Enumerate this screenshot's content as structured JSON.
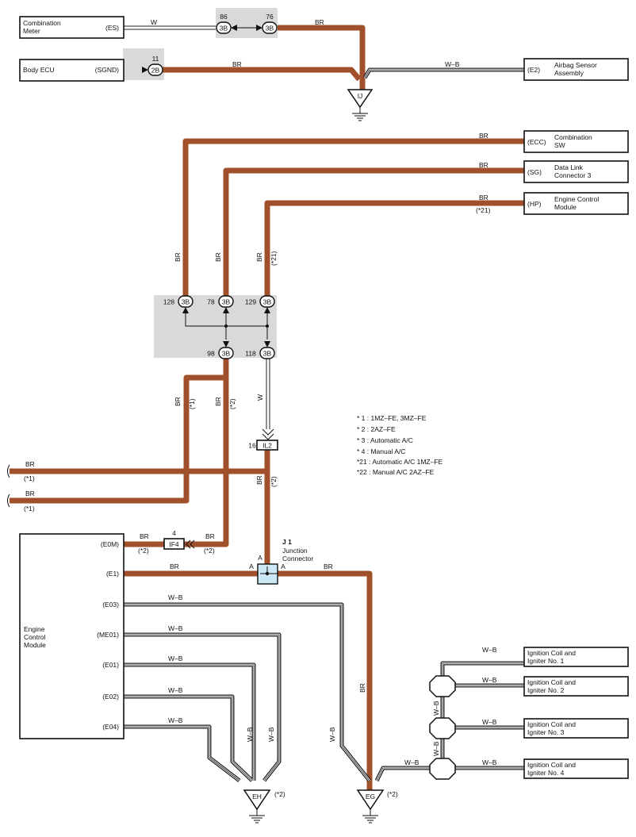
{
  "components": {
    "combination_meter": {
      "name": "Combination\nMeter",
      "terminal": "(ES)"
    },
    "body_ecu": {
      "name": "Body ECU",
      "terminal": "(SGND)"
    },
    "airbag_sensor": {
      "name": "Airbag Sensor\nAssembly",
      "terminal": "(E2)"
    },
    "combination_sw": {
      "name": "Combination\nSW",
      "terminal": "(ECC)"
    },
    "dlc3": {
      "name": "Data Link\nConnector 3",
      "terminal": "(SG)"
    },
    "ecm_top": {
      "name": "Engine Control\nModule",
      "terminal": "(HP)",
      "note": "(*21)"
    },
    "ecm_main": {
      "name": "Engine\nControl\nModule",
      "terminals": [
        "(E0M)",
        "(E1)",
        "(E03)",
        "(ME01)",
        "(E01)",
        "(E02)",
        "(E04)"
      ]
    },
    "ignition_coils": [
      "Ignition Coil and\nIgniter No. 1",
      "Ignition Coil and\nIgniter No. 2",
      "Ignition Coil and\nIgniter No. 3",
      "Ignition Coil and\nIgniter No. 4"
    ],
    "junction": {
      "id": "J 1",
      "name": "Junction\nConnector",
      "pin": "A"
    }
  },
  "connectors": {
    "c86": {
      "pin": "86",
      "code": "3B"
    },
    "c76": {
      "pin": "76",
      "code": "3B"
    },
    "c11": {
      "pin": "11",
      "code": "2B"
    },
    "c128": {
      "pin": "128",
      "code": "3B"
    },
    "c78": {
      "pin": "78",
      "code": "3B"
    },
    "c129": {
      "pin": "129",
      "code": "3B"
    },
    "c98": {
      "pin": "98",
      "code": "3B"
    },
    "c118": {
      "pin": "118",
      "code": "3B"
    },
    "il2": {
      "pin": "16",
      "code": "IL2"
    },
    "if4": {
      "pin": "4",
      "code": "IF4"
    }
  },
  "grounds": {
    "ij": "IJ",
    "eh": "EH",
    "eg": "EG",
    "note": "(*2)"
  },
  "wire_labels": {
    "w": "W",
    "br": "BR",
    "wb": "W–B",
    "star1": "(*1)",
    "star2": "(*2)",
    "star21": "(*21)"
  },
  "legend": [
    "* 1 : 1MZ–FE,  3MZ–FE",
    "* 2 : 2AZ–FE",
    "* 3 : Automatic A/C",
    "* 4 : Manual A/C",
    "*21 : Automatic A/C 1MZ–FE",
    "*22 : Manual A/C 2AZ–FE"
  ],
  "colors": {
    "br_wire": "#a0502a",
    "connector_gray": "#d9d9d9",
    "junction_fill": "#cce8f4"
  }
}
